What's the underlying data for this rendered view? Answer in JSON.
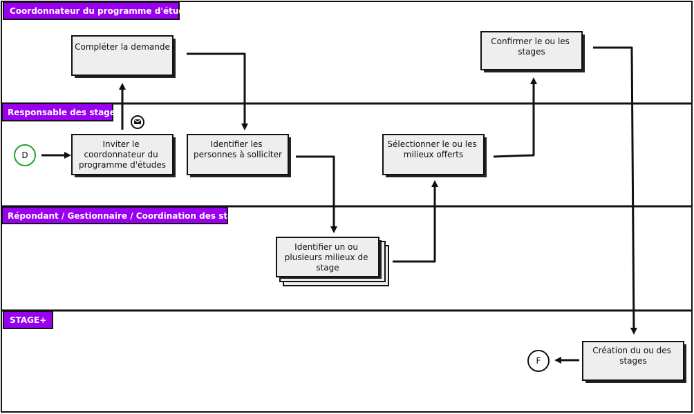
{
  "lanes": [
    {
      "id": "coordonnateur",
      "label": "Coordonnateur du programme d'études"
    },
    {
      "id": "responsable",
      "label": "Responsable des stages"
    },
    {
      "id": "repondant",
      "label": "Répondant / Gestionnaire / Coordination des stages"
    },
    {
      "id": "stage_plus",
      "label": "STAGE+"
    }
  ],
  "events": {
    "start": {
      "label": "D"
    },
    "end": {
      "label": "F"
    }
  },
  "tasks": [
    {
      "id": "completer",
      "lines": [
        "Compléter la demande"
      ]
    },
    {
      "id": "confirmer",
      "lines": [
        "Confirmer le ou les",
        "stages"
      ]
    },
    {
      "id": "inviter",
      "lines": [
        "Inviter le",
        "coordonnateur du",
        "programme d'études"
      ]
    },
    {
      "id": "identifier_personnes",
      "lines": [
        "Identifier les",
        "personnes à solliciter"
      ]
    },
    {
      "id": "selectionner",
      "lines": [
        "Sélectionner le ou les",
        "milieux offerts"
      ]
    },
    {
      "id": "identifier_milieux",
      "lines": [
        "Identifier un ou",
        "plusieurs milieux de",
        "stage"
      ]
    },
    {
      "id": "creation",
      "lines": [
        "Création du ou des",
        "stages"
      ]
    }
  ],
  "icons": {
    "message": "envelope-icon"
  }
}
